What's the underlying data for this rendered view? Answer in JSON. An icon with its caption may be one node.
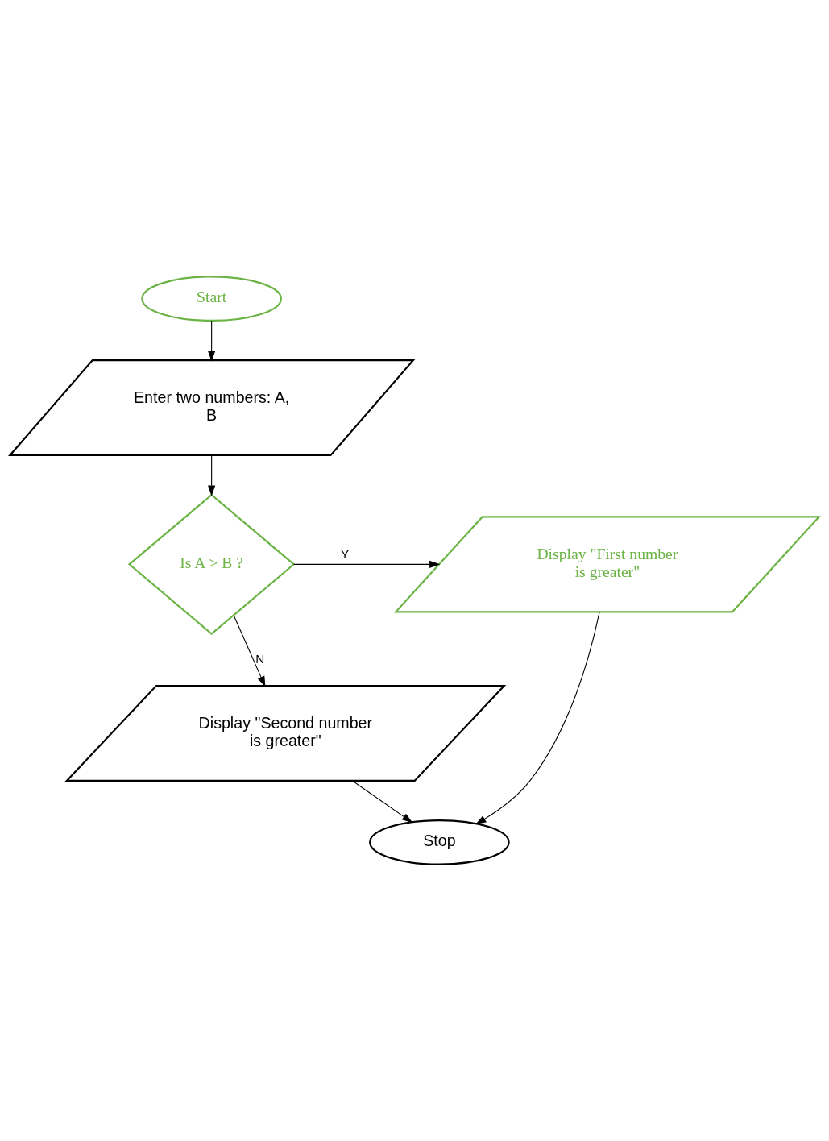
{
  "diagram": {
    "nodes": [
      {
        "text": [
          "Start"
        ]
      },
      {
        "text": [
          "Enter two numbers: A, B"
        ]
      },
      {
        "text": [
          "Is A > B ?"
        ]
      },
      {
        "text": [
          "Display \"First number is greater\""
        ]
      },
      {
        "text": [
          "Display \"Second number is greater\""
        ]
      },
      {
        "text": [
          "Stop"
        ]
      }
    ],
    "edges": [
      {
        "from": 0,
        "to": 1,
        "arrow": "to"
      },
      {
        "from": 1,
        "to": 2,
        "arrow": "to"
      },
      {
        "from": 2,
        "to": 3,
        "arrow": "to",
        "label": "Y"
      },
      {
        "from": 2,
        "to": 4,
        "arrow": "to",
        "label": "N"
      },
      {
        "from": 3,
        "to": 5,
        "arrow": "to"
      },
      {
        "from": 4,
        "to": 5,
        "arrow": "to"
      }
    ]
  }
}
